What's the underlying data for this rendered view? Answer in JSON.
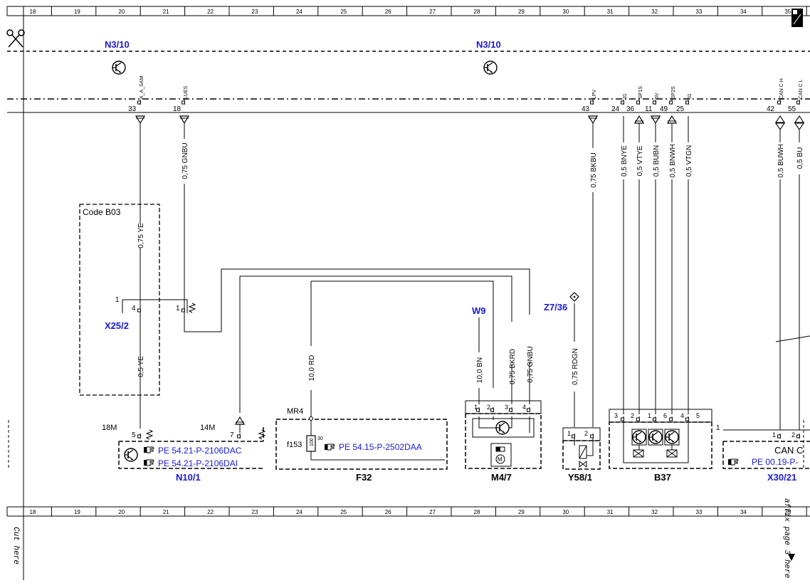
{
  "grid": {
    "columns": [
      "18",
      "19",
      "20",
      "21",
      "22",
      "23",
      "24",
      "25",
      "26",
      "27",
      "28",
      "29",
      "30",
      "31",
      "32",
      "33",
      "34",
      "35"
    ]
  },
  "page_notes": {
    "cut_here": "Cut here",
    "affix": "affix page 3 here"
  },
  "control_units": [
    {
      "name": "N3/10"
    },
    {
      "name": "N3/10"
    }
  ],
  "pins": [
    {
      "num": "33",
      "signal": "A_A_SAM"
    },
    {
      "num": "18",
      "signal": "LUES"
    },
    {
      "num": "43",
      "signal": "LPV"
    },
    {
      "num": "24",
      "signal": "31"
    },
    {
      "num": "36",
      "signal": "SP1S"
    },
    {
      "num": "11",
      "signal": "5V"
    },
    {
      "num": "49",
      "signal": "SP2S"
    },
    {
      "num": "25",
      "signal": "31"
    },
    {
      "num": "42",
      "signal": "CAN C H"
    },
    {
      "num": "55",
      "signal": "CAN C L"
    }
  ],
  "wires": [
    {
      "label": "0,75 YE"
    },
    {
      "label": "0,75 GNBU"
    },
    {
      "label": "0,5 YE"
    },
    {
      "label": "0,75 BKBU"
    },
    {
      "label": "0,5 BNYE"
    },
    {
      "label": "0,5 VTYE"
    },
    {
      "label": "0,5 BUBN"
    },
    {
      "label": "0,5 BNWH"
    },
    {
      "label": "0,5 VTGN"
    },
    {
      "label": "0,5 BUWH"
    },
    {
      "label": "0,5 BU"
    },
    {
      "label": "10,0 RD"
    },
    {
      "label": "10,0 BN"
    },
    {
      "label": "0,75 BKRD"
    },
    {
      "label": "0,75 GNBU"
    },
    {
      "label": "0,75 RDGN"
    }
  ],
  "code_box": {
    "label": "Code B03"
  },
  "connector_x25": {
    "name": "X25/2",
    "one": "1",
    "pin_a": "4",
    "pin_b": "1"
  },
  "n10": {
    "name": "N10/1",
    "pin_18m": "18M",
    "pin_14m": "14M",
    "pin5": "5",
    "pin7": "7",
    "ref1": "PE 54.21-P-2106DAC",
    "ref2": "PE 54.21-P-2106DAI"
  },
  "f32": {
    "name": "F32",
    "mr4": "MR4",
    "fuse": "f153",
    "fuse_amp": "100",
    "fuse_num": "30",
    "ref": "PE 54.15-P-2502DAA"
  },
  "m47": {
    "name": "M4/7",
    "pins": [
      "1",
      "2",
      "3",
      "4"
    ],
    "motor": "M"
  },
  "w9": {
    "name": "W9"
  },
  "z736": {
    "name": "Z7/36"
  },
  "y58": {
    "name": "Y58/1",
    "pins": [
      "1",
      "2"
    ]
  },
  "b37": {
    "name": "B37",
    "pins": [
      "3",
      "2",
      "1",
      "6",
      "4",
      "5"
    ]
  },
  "x30": {
    "name": "X30/21",
    "one": "1",
    "pins": [
      "1",
      "2"
    ],
    "can": "CAN C",
    "ref": "PE 00.19-P-"
  },
  "icons": {
    "scissors": "scissors-icon",
    "reference": "pointing-hand-icon",
    "transistor": "transistor-icon",
    "corner": "page-corner-icon"
  },
  "colors": {
    "reference": "#1a1ad6",
    "line": "#000000"
  }
}
